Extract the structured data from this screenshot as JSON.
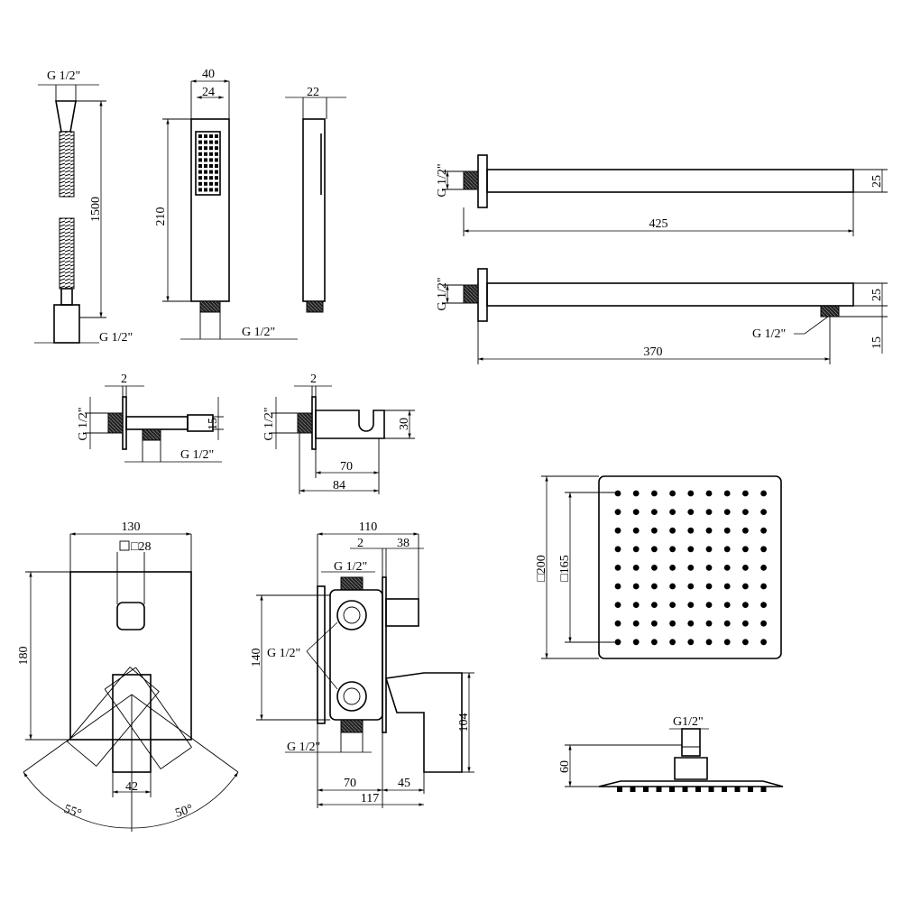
{
  "hose": {
    "top_thread": "G 1/2\"",
    "length": "1500",
    "bottom_thread": "G 1/2\""
  },
  "hand_shower": {
    "width_outer": "40",
    "width_inner": "24",
    "height": "210",
    "thread": "G 1/2\""
  },
  "hand_shower_side": {
    "depth": "22"
  },
  "shower_arm_top": {
    "thread": "G 1/2\"",
    "height": "25",
    "length": "425"
  },
  "shower_arm_bottom": {
    "thread": "G 1/2\"",
    "height": "25",
    "outlet_thread": "G 1/2\"",
    "outlet_offset": "15",
    "length": "370"
  },
  "wall_outlet": {
    "flange": "2",
    "thread": "G 1/2\"",
    "height": "15",
    "outlet_thread": "G 1/2\""
  },
  "holder": {
    "flange": "2",
    "thread": "G 1/2\"",
    "height": "30",
    "length_inner": "70",
    "length_outer": "84"
  },
  "mixer_front": {
    "width": "130",
    "square": "□28",
    "height": "180",
    "lever": "42",
    "angle_left": "55°",
    "angle_right": "50°"
  },
  "mixer_side": {
    "width": "110",
    "flange": "2",
    "depth_right": "38",
    "thread_top": "G 1/2\"",
    "height": "140",
    "thread_mid": "G 1/2\"",
    "lever_height": "104",
    "thread_bottom": "G 1/2\"",
    "body_depth": "70",
    "lever_depth": "45",
    "total_depth": "117"
  },
  "head_top": {
    "outer": "□200",
    "inner": "□165",
    "nozzle_grid": [
      9,
      9
    ]
  },
  "head_side": {
    "thread": "G1/2\"",
    "height": "60"
  }
}
